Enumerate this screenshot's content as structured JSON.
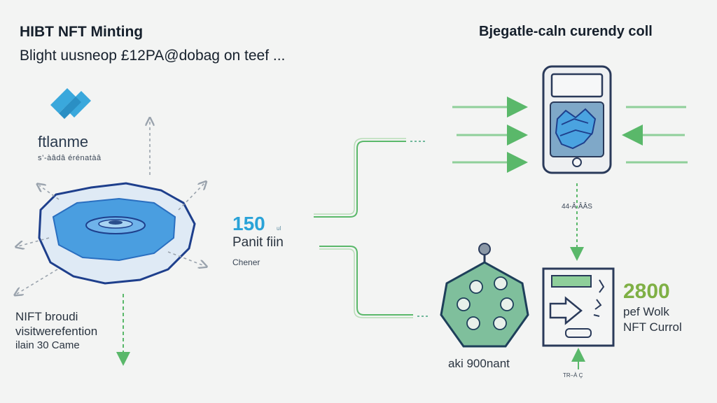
{
  "header": {
    "title": "HIBT NFT Minting",
    "subtitle": "Blight uusneop £12PA@dobag on teef ...",
    "right_title": "Bjegatle-caln curendy coll"
  },
  "brand": {
    "name": "ftlanme",
    "tagline": "s’-àâdâ érénatàâ"
  },
  "left_caption": {
    "line1": "NIFT broudi",
    "line2": "visitwerefention",
    "line3": "ilain 30 Came"
  },
  "stat_1": {
    "value": "150",
    "suffix": "ul",
    "label": "Panit fiin",
    "sublabel": "Chener"
  },
  "phone": {
    "label": "44-Â ÂÂS"
  },
  "stat_2": {
    "value": "2800",
    "label1": "pef Wolk",
    "label2": "NFT Currol"
  },
  "hex_node": {
    "label": "aki 900nant"
  },
  "bottom": {
    "label": "TR–À Ç"
  },
  "colors": {
    "blue": "#2aa3d8",
    "navy": "#1e3f8c",
    "green": "#5ab86a",
    "teal": "#6fb79a",
    "gray": "#8a97a6"
  }
}
